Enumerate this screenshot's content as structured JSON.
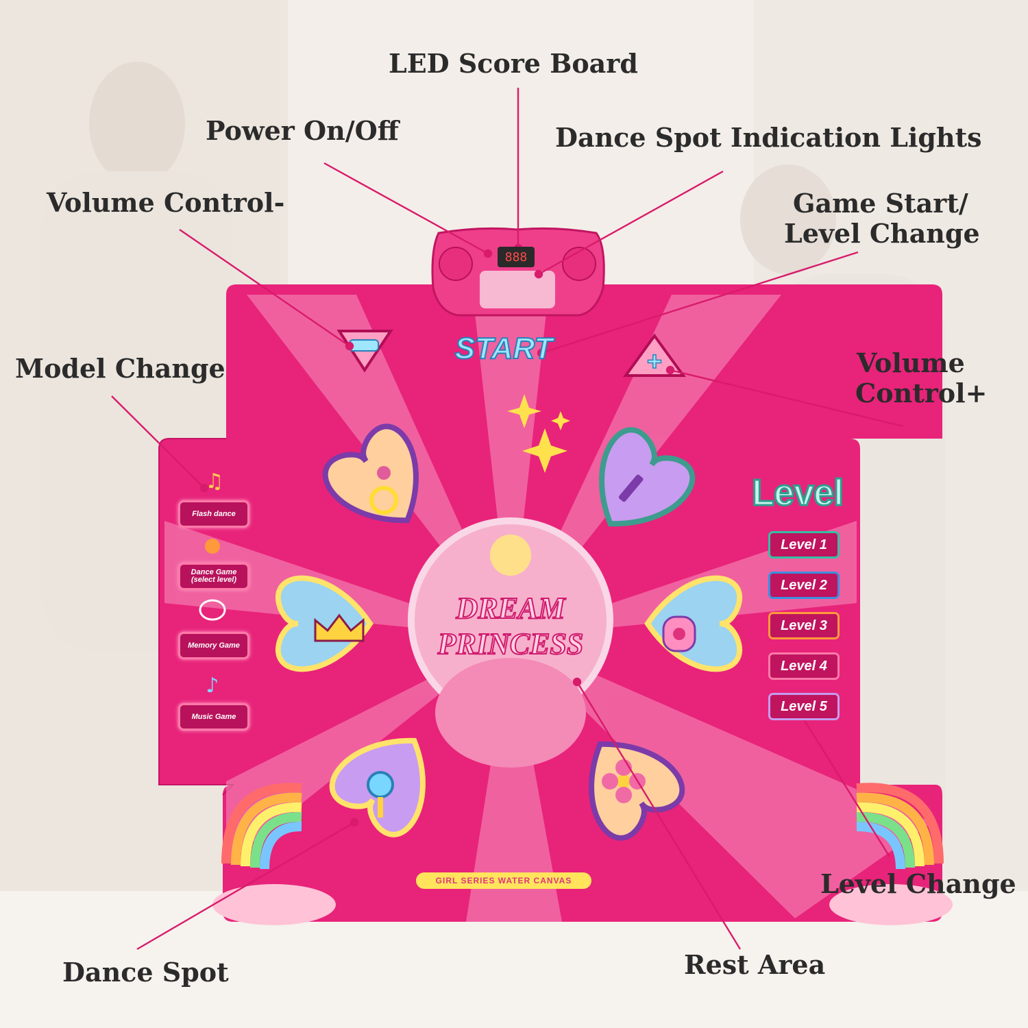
{
  "callouts": {
    "led_score_board": "LED Score Board",
    "power": "Power On/Off",
    "indication_lights": "Dance Spot Indication Lights",
    "volume_minus": "Volume Control-",
    "game_start_1": "Game Start/",
    "game_start_2": "Level Change",
    "model_change": "Model Change",
    "volume_plus_1": "Volume",
    "volume_plus_2": "Control+",
    "level_change": "Level Change",
    "dance_spot": "Dance Spot",
    "rest_area": "Rest Area"
  },
  "mat": {
    "start": "START",
    "title_line1": "DREAM",
    "title_line2": "PRINCESS",
    "level_title": "Level",
    "banner": "GIRL SERIES WATER CANVAS",
    "led_display": "888",
    "modes": {
      "flash": "Flash dance",
      "dance_game_1": "Dance Game",
      "dance_game_2": "(select level)",
      "memory": "Memory Game",
      "music": "Music Game"
    },
    "levels": [
      "Level 1",
      "Level 2",
      "Level 3",
      "Level 4",
      "Level 5"
    ]
  },
  "colors": {
    "mat_pink": "#e8237a",
    "callout_line": "#d81b6a",
    "accent_teal": "#2e9d8f"
  }
}
